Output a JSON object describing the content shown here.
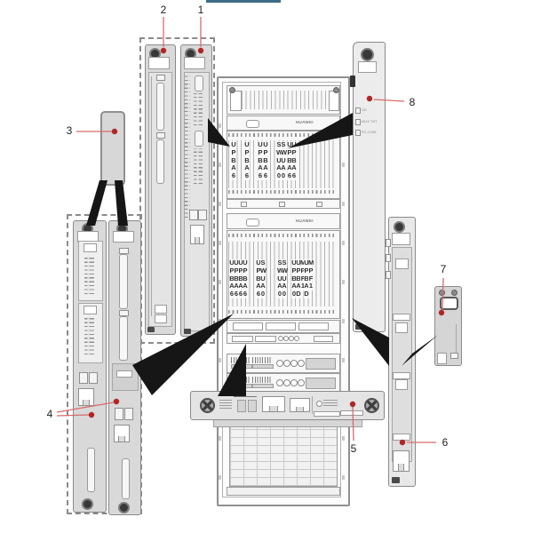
{
  "callouts": [
    {
      "label": "1"
    },
    {
      "label": "2"
    },
    {
      "label": "3"
    },
    {
      "label": "4"
    },
    {
      "label": "5"
    },
    {
      "label": "6"
    },
    {
      "label": "7"
    },
    {
      "label": "8"
    }
  ],
  "rack": {
    "brand": "HUAWEI",
    "upper_shelf_labels": [
      "UPBA6",
      "UPBA6",
      "UPBA6",
      "UPBA6",
      "SWUA0",
      "SWUA0",
      "UPBA6",
      "UPBA6"
    ],
    "lower_shelf_labels": [
      "UPBA6",
      "UPBA6",
      "UPBA6",
      "UPBA6",
      "UPBA6",
      "SWUA0",
      "SWUA0",
      "SWUA0",
      "UPBA0",
      "UPBAD",
      "MPF1",
      "UPBAD",
      "MPF1"
    ]
  },
  "board8": {
    "face_labels": [
      "GE",
      "MUX TST",
      "PC COM"
    ]
  },
  "colors": {
    "callout_line": "#d96a6a",
    "callout_dot": "#b02626",
    "wedge": "#161616",
    "topbar": "#3d6a85"
  }
}
